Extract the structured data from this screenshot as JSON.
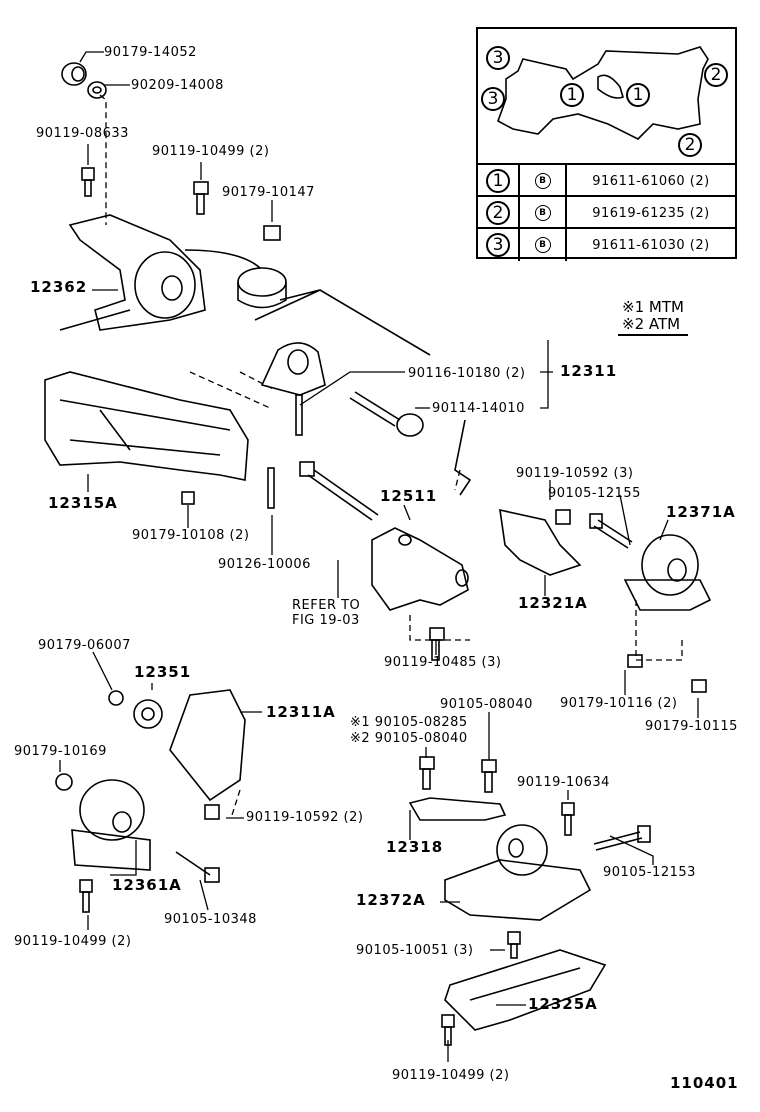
{
  "labels": {
    "l1": "90179-14052",
    "l2": "90209-14008",
    "l3": "90119-08633",
    "l4": "90119-10499 (2)",
    "l5": "90179-10147",
    "l6": "12362",
    "l7": "90116-10180 (2)",
    "l8": "12311",
    "l9": "90114-14010",
    "l10": "12315A",
    "l11": "90179-10108 (2)",
    "l12": "90126-10006",
    "l13": "12511",
    "l14": "90119-10592 (3)",
    "l15": "90105-12155",
    "l16": "12371A",
    "l17": "12321A",
    "l18": "REFER TO",
    "l19": "FIG 19-03",
    "l20": "90119-10485 (3)",
    "l21": "90179-06007",
    "l22": "12351",
    "l23": "12311A",
    "l24": "90105-08040",
    "l25": "※1 90105-08285",
    "l26": "※2 90105-08040",
    "l27": "90179-10116 (2)",
    "l28": "90179-10115",
    "l29": "90179-10169",
    "l30": "90119-10592 (2)",
    "l31": "90119-10634",
    "l32": "12318",
    "l33": "90105-12153",
    "l34": "12361A",
    "l35": "12372A",
    "l36": "90105-10348",
    "l37": "90119-10499 (2)",
    "l38": "90105-10051 (3)",
    "l39": "12325A",
    "l40": "90119-10499 (2)",
    "fig": "110401"
  },
  "legend": {
    "line1": "※1 MTM",
    "line2": "※2 ATM"
  },
  "inset": {
    "markers": [
      "3",
      "3",
      "1",
      "1",
      "2",
      "2"
    ],
    "rows": [
      {
        "ref": "1",
        "mark": "B",
        "part": "91611-61060 (2)"
      },
      {
        "ref": "2",
        "mark": "B",
        "part": "91619-61235 (2)"
      },
      {
        "ref": "3",
        "mark": "B",
        "part": "91611-61030 (2)"
      }
    ]
  }
}
